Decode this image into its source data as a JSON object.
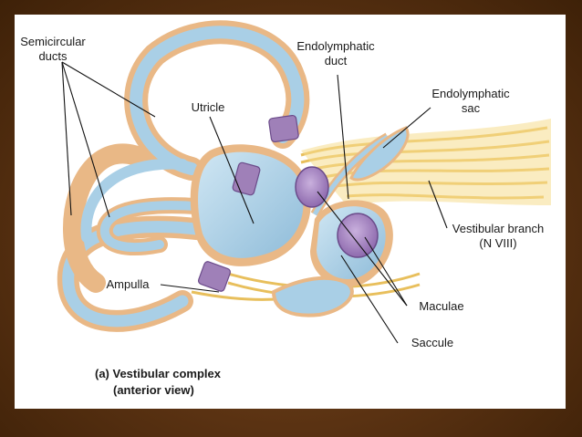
{
  "labels": {
    "semicircular_ducts_1": "Semicircular",
    "semicircular_ducts_2": "ducts",
    "endolymphatic_duct_1": "Endolymphatic",
    "endolymphatic_duct_2": "duct",
    "endolymphatic_sac_1": "Endolymphatic",
    "endolymphatic_sac_2": "sac",
    "utricle": "Utricle",
    "vestibular_branch_1": "Vestibular branch",
    "vestibular_branch_2": "(N VIII)",
    "ampulla": "Ampulla",
    "maculae": "Maculae",
    "saccule": "Saccule"
  },
  "caption": {
    "line1": "(a) Vestibular complex",
    "line2": "(anterior view)"
  },
  "colors": {
    "background_brown": "#5a3212",
    "membrane_blue": "#a9cfe6",
    "bone_tan": "#efc79a",
    "nerve_yellow": "#f2d27a",
    "macula_purple": "#a98bc4"
  }
}
